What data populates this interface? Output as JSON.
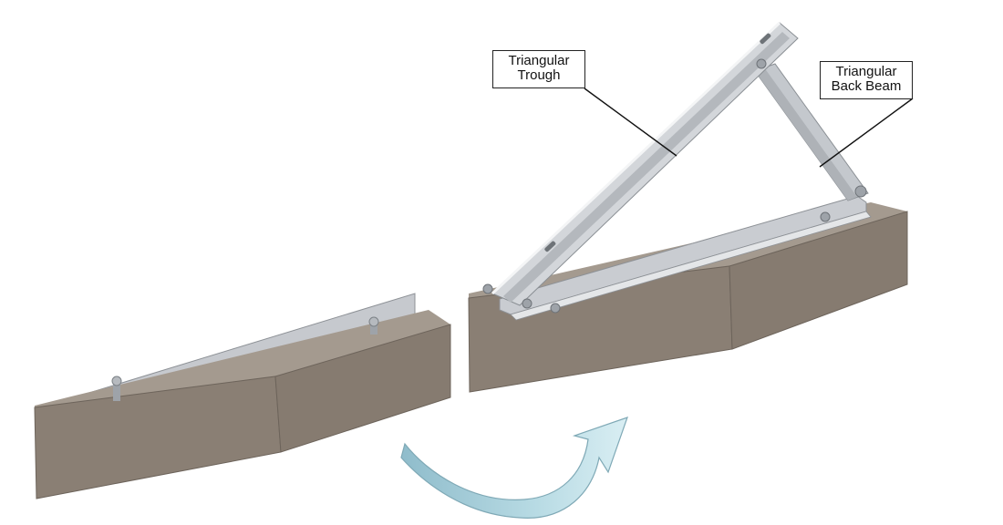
{
  "labels": {
    "trough": {
      "line1": "Triangular",
      "line2": "Trough"
    },
    "back_beam": {
      "line1": "Triangular",
      "line2": "Back Beam"
    }
  },
  "colors": {
    "block_front": "#8b8075",
    "block_side": "#6f665d",
    "block_top": "#a69c91",
    "metal": "#c9ccd1",
    "metal_dark": "#9ea3a9",
    "arrow": "#a9ced9"
  }
}
